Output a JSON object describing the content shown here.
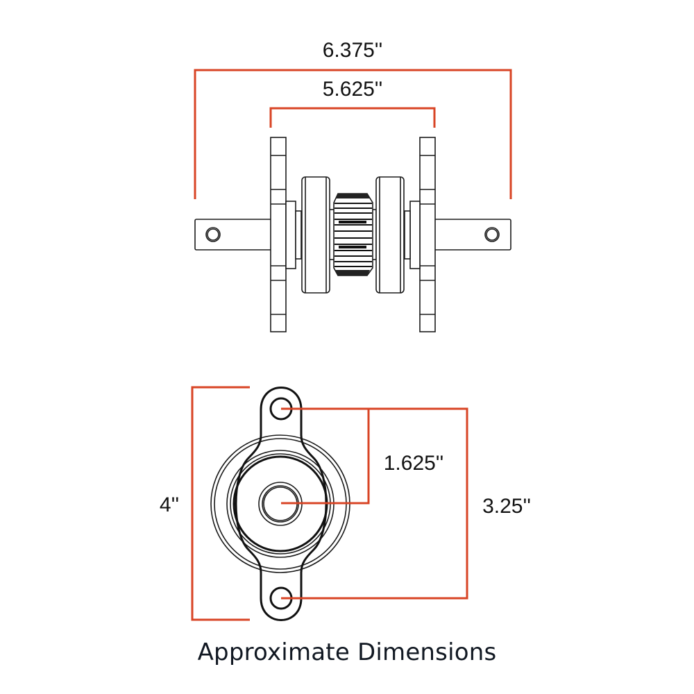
{
  "diagram": {
    "title_caption": "Approximate Dimensions",
    "accent_color": "#d84425",
    "line_color": "#1a1a1a",
    "top_view": {
      "name": "pulley-side-view",
      "dimensions": {
        "overall_width": "6.375''",
        "bracket_span": "5.625''"
      }
    },
    "bottom_view": {
      "name": "pulley-front-view",
      "dimensions": {
        "overall_height": "4''",
        "hole_to_center": "1.625''",
        "hole_to_hole": "3.25''"
      }
    }
  }
}
